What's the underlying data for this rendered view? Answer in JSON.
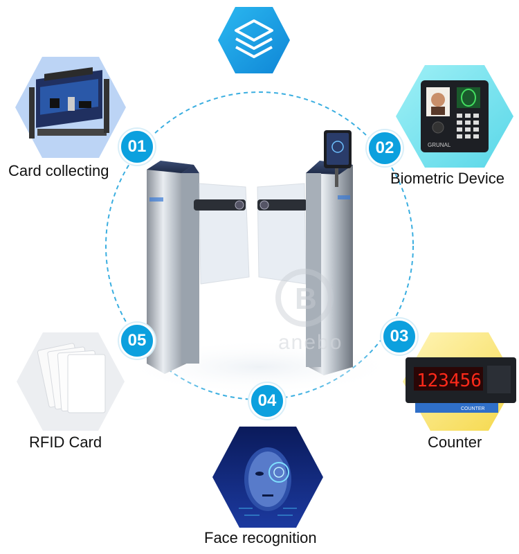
{
  "features": [
    {
      "number": "01",
      "label": "Card collecting",
      "icon": "card-collector-module-icon"
    },
    {
      "number": "02",
      "label": "Biometric Device",
      "icon": "fingerprint-terminal-icon"
    },
    {
      "number": "03",
      "label": "Counter",
      "icon": "digital-counter-icon"
    },
    {
      "number": "04",
      "label": "Face recognition",
      "icon": "face-scan-icon"
    },
    {
      "number": "05",
      "label": "RFID Card",
      "icon": "rfid-cards-icon"
    }
  ],
  "counter_display": "123456",
  "counter_brand": "COUNTER",
  "device_brand": "GRUNAL",
  "watermark": "anebo",
  "colors": {
    "accent": "#0ca0de",
    "ring": "#3aaee0",
    "top_icon_bg": "#1aa6e6"
  }
}
